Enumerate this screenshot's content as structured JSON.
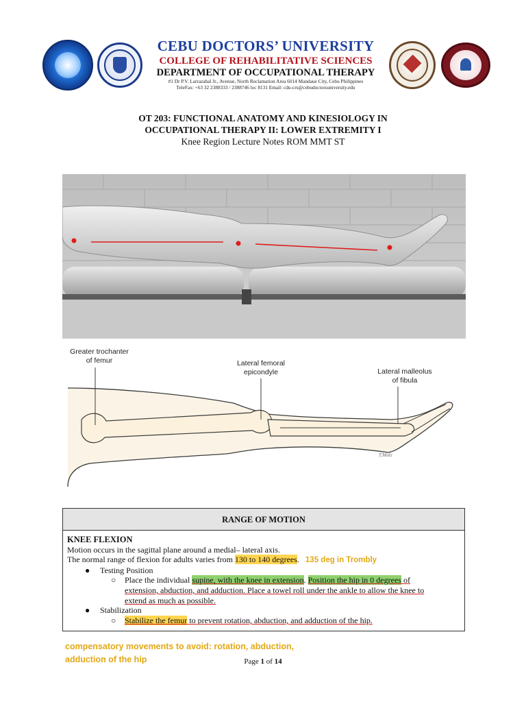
{
  "header": {
    "university": "CEBU DOCTORS’ UNIVERSITY",
    "college": "COLLEGE OF REHABILITATIVE SCIENCES",
    "department": "DEPARTMENT OF OCCUPATIONAL THERAPY",
    "address": "#1 Dr P.V. Larrazabal Jr., Avenue, North Reclamation Area 6014 Mandaue City, Cebu Philippines",
    "contact": "TeleFax: +63 32 2388333 / 2388746 loc 8131 Email: cdu-crs@cebudoctorsuniversity.edu"
  },
  "title": {
    "line1": "OT 203: FUNCTIONAL ANATOMY AND KINESIOLOGY IN",
    "line2": "OCCUPATIONAL THERAPY II: LOWER EXTREMITY I",
    "subtitle": "Knee Region Lecture Notes ROM MMT ST"
  },
  "diagram": {
    "label_trochanter_1": "Greater trochanter",
    "label_trochanter_2": "of femur",
    "label_epicondyle_1": "Lateral femoral",
    "label_epicondyle_2": "epicondyle",
    "label_malleolus_1": "Lateral malleolus",
    "label_malleolus_2": "of fibula"
  },
  "rom": {
    "heading": "RANGE OF MOTION",
    "section": "KNEE FLEXION",
    "line1": "Motion occurs in the sagittal plane around a medial– lateral axis.",
    "line2_pre": "The normal range of flexion for adults varies from ",
    "line2_highlight": "130 to 140 degrees",
    "line2_post": ".",
    "note_trombly": "135 deg in Trombly",
    "testing_label": "Testing Position",
    "testing_pre": "Place the individual ",
    "testing_green1": "supine, with the knee in extension",
    "testing_mid": ". ",
    "testing_green2": "Position the hip in 0 degrees",
    "testing_post1": " of",
    "testing_line2": "extension, abduction, and adduction. Place a towel roll under the ankle to allow the knee to",
    "testing_line3": "extend as much as possible.",
    "stabilization_label": "Stabilization",
    "stab_highlight": "Stabilize the femur",
    "stab_post": " to prevent rotation, abduction, and adduction of the hip."
  },
  "footer": {
    "compensatory_1": "compensatory movements to avoid: rotation, abduction,",
    "compensatory_2": "adduction of the hip",
    "page_prefix": "Page ",
    "page_current": "1",
    "page_of": " of ",
    "page_total": "14"
  },
  "colors": {
    "university_blue": "#1d3f9e",
    "college_red": "#b3121c",
    "highlight_yellow": "#ffd54f",
    "highlight_green": "#8ed16e",
    "annotation_gold": "#e3a814",
    "landmark_red": "#e01b1b"
  }
}
